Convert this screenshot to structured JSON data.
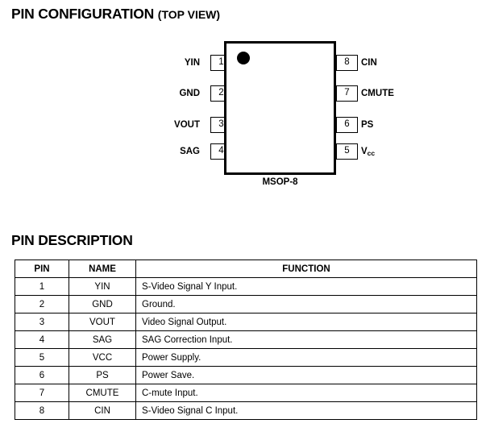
{
  "sections": {
    "pin_configuration": {
      "heading": "PIN CONFIGURATION",
      "heading_suffix": "(TOP VIEW)"
    },
    "pin_description": {
      "heading": "PIN DESCRIPTION"
    }
  },
  "diagram": {
    "package_name": "MSOP-8",
    "marker": "orientation-dot",
    "left_pins": [
      {
        "number": "1",
        "label": "YIN"
      },
      {
        "number": "2",
        "label": "GND"
      },
      {
        "number": "3",
        "label": "VOUT"
      },
      {
        "number": "4",
        "label": "SAG"
      }
    ],
    "right_pins": [
      {
        "number": "8",
        "label": "CIN",
        "label_sub": ""
      },
      {
        "number": "7",
        "label": "CMUTE",
        "label_sub": ""
      },
      {
        "number": "6",
        "label": "PS",
        "label_sub": ""
      },
      {
        "number": "5",
        "label": "V",
        "label_sub": "cc"
      }
    ]
  },
  "table": {
    "headers": [
      "PIN",
      "NAME",
      "FUNCTION"
    ],
    "rows": [
      {
        "pin": "1",
        "name": "YIN",
        "function": "S-Video Signal Y Input."
      },
      {
        "pin": "2",
        "name": "GND",
        "function": "Ground."
      },
      {
        "pin": "3",
        "name": "VOUT",
        "function": "Video Signal Output."
      },
      {
        "pin": "4",
        "name": "SAG",
        "function": "SAG Correction Input."
      },
      {
        "pin": "5",
        "name": "VCC",
        "function": "Power Supply."
      },
      {
        "pin": "6",
        "name": "PS",
        "function": "Power Save."
      },
      {
        "pin": "7",
        "name": "CMUTE",
        "function": "C-mute Input."
      },
      {
        "pin": "8",
        "name": "CIN",
        "function": "S-Video Signal C Input."
      }
    ]
  },
  "colors": {
    "ink": "#000000",
    "page": "#ffffff"
  }
}
